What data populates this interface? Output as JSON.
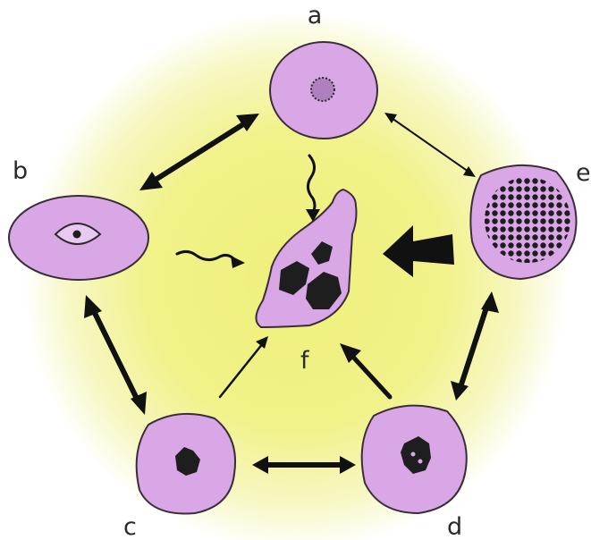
{
  "labels": {
    "a": "a",
    "b": "b",
    "c": "c",
    "d": "d",
    "e": "e",
    "f": "f"
  },
  "colors": {
    "background": "#f1f28a",
    "cytoplasm": "#d9a6e6",
    "cell_outline": "#3a2d3a",
    "chromatin": "#1e1e1e",
    "arrow": "#111111"
  }
}
